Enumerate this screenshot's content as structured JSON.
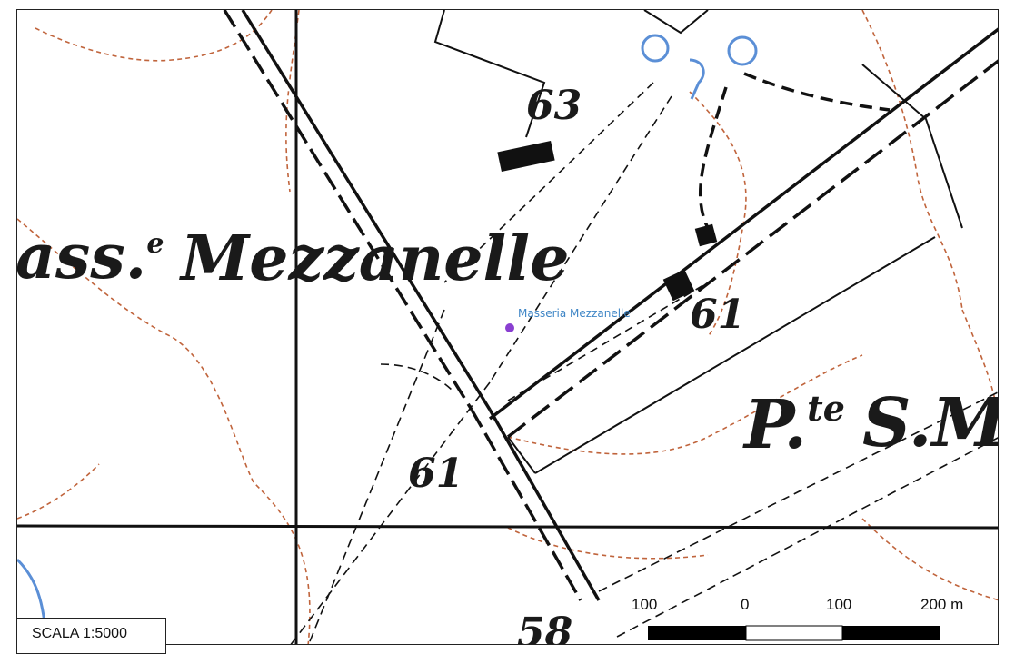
{
  "map": {
    "labels": {
      "locality_main": "ass.",
      "locality_main_sup": "e",
      "locality_name": "Mezzanelle",
      "point_prefix": "P.",
      "point_prefix_sup": "te",
      "point_name": "S.M"
    },
    "elevations": [
      "63",
      "61",
      "61",
      "58"
    ],
    "poi": {
      "name": "Masseria Mezzanelle",
      "color": "#8a3fd1"
    },
    "colors": {
      "contour": "#c0643c",
      "water": "#5b8fd6",
      "road": "#111111"
    }
  },
  "scale_bar": {
    "ticks": [
      "100",
      "0",
      "100",
      "200 m"
    ]
  },
  "scale_box": {
    "label": "SCALA 1:5000"
  }
}
